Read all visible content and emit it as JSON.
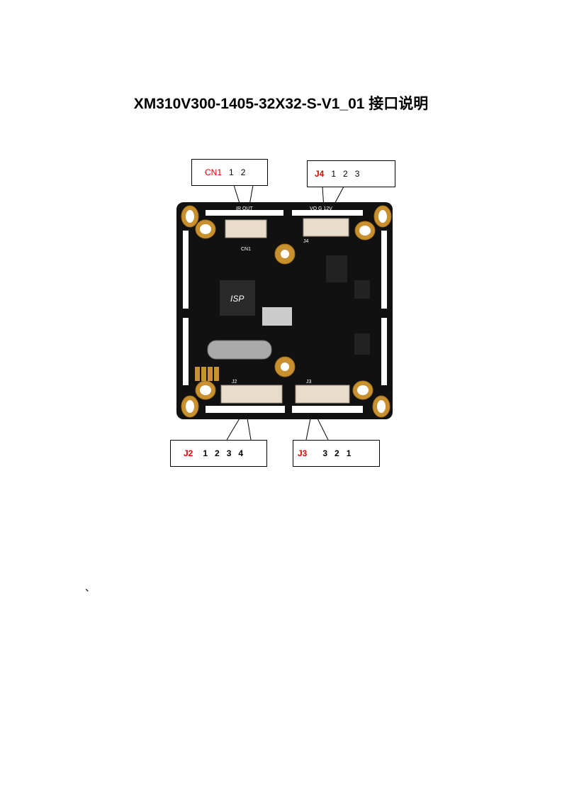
{
  "document": {
    "title": "XM310V300-1405-32X32-S-V1_01 接口说明",
    "stray_mark": "、"
  },
  "callouts": [
    {
      "connector": "CN1",
      "pins": [
        "1",
        "2"
      ]
    },
    {
      "connector": "J4",
      "pins": [
        "1",
        "2",
        "3"
      ]
    },
    {
      "connector": "J2",
      "pins": [
        "1",
        "2",
        "3",
        "4"
      ]
    },
    {
      "connector": "J3",
      "pins": [
        "3",
        "2",
        "1"
      ]
    }
  ],
  "board_silkscreen": {
    "top_left": "IR OUT",
    "top_right": "VO G 12V",
    "chip": "ISP",
    "cn1": "CN1",
    "j4": "J4",
    "j2": "J2",
    "j3": "J3"
  },
  "colors": {
    "label_red": "#e00000",
    "pcb": "#111111",
    "gold": "#c8902e",
    "connector": "#e8dccb"
  }
}
